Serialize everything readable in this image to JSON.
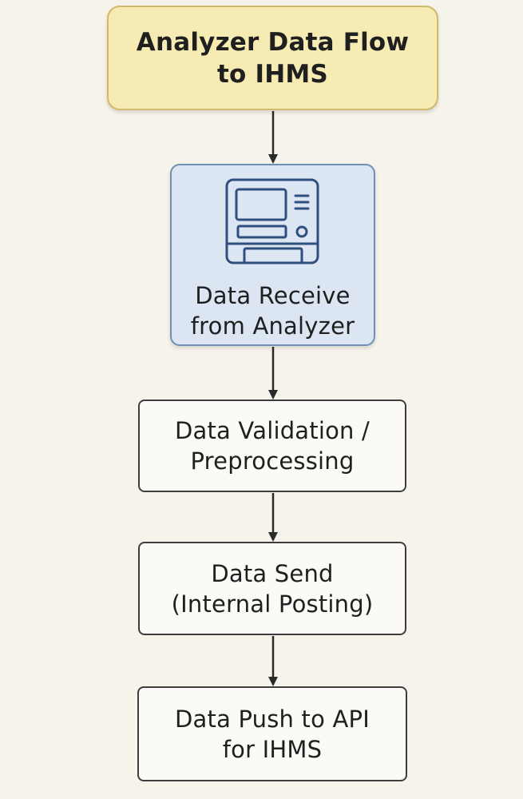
{
  "title": {
    "line1": "Analyzer Data Flow",
    "line2": "to IHMS"
  },
  "steps": [
    {
      "line1": "Data Receive",
      "line2": "from Analyzer",
      "icon": "analyzer-device-icon"
    },
    {
      "line1": "Data Validation /",
      "line2": "Preprocessing"
    },
    {
      "line1": "Data Send",
      "line2": "(Internal Posting)"
    },
    {
      "line1": "Data Push to API",
      "line2": "for IHMS"
    }
  ],
  "colors": {
    "background": "#f6f3ea",
    "title_fill": "#f6ecb3",
    "title_border": "#d1b96a",
    "highlight_fill": "#dbe6f2",
    "highlight_border": "#6f8fb8",
    "box_border": "#3d3d3d",
    "arrow": "#2a2a2a"
  }
}
